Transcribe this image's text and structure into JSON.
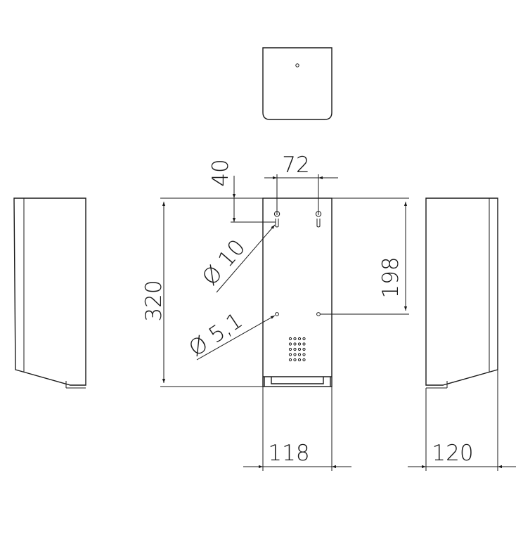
{
  "dimensions": {
    "height_label": "320",
    "top_offset_label": "40",
    "hole_spacing_label": "72",
    "slot_diameter_label": "Ø 10",
    "hole_diameter_label": "Ø 5,1",
    "hole_vertical_label": "198",
    "width_label": "118",
    "depth_label": "120"
  },
  "colors": {
    "line": "#1a1a1a",
    "background": "#ffffff"
  }
}
